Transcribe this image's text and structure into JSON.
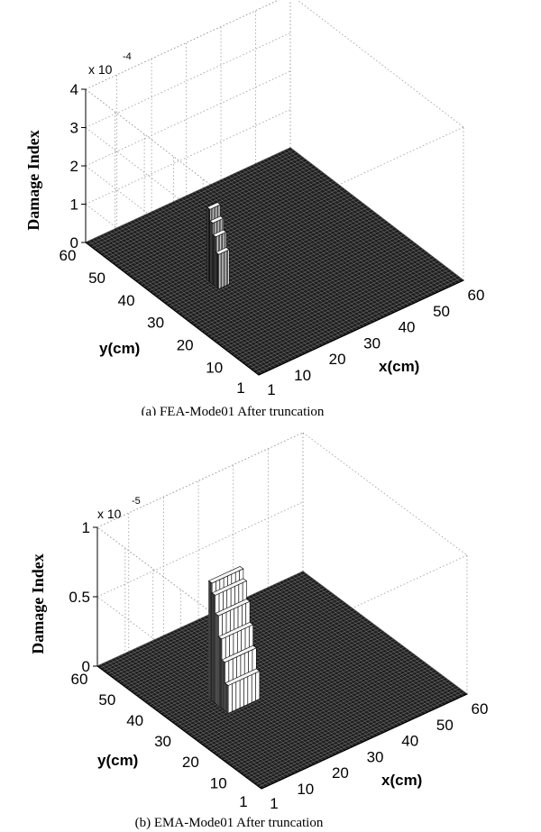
{
  "chart_data": [
    {
      "type": "surface3d",
      "caption": "(a) FEA-Mode01 After truncation",
      "zlabel": "Damage Index",
      "xlabel": "x(cm)",
      "ylabel": "y(cm)",
      "z_multiplier": "x 10",
      "z_exponent": "-4",
      "x_ticks": [
        "1",
        "10",
        "20",
        "30",
        "40",
        "50",
        "60"
      ],
      "y_ticks": [
        "1",
        "10",
        "20",
        "30",
        "40",
        "50",
        "60"
      ],
      "z_ticks": [
        "0",
        "1",
        "2",
        "3",
        "4"
      ],
      "xlim": [
        1,
        60
      ],
      "ylim": [
        1,
        60
      ],
      "zlim": [
        0,
        4
      ],
      "peak": {
        "x_range": [
          14,
          17
        ],
        "y_range": [
          30,
          34
        ],
        "max": 1.9,
        "profile": [
          0.9,
          1.3,
          1.6,
          1.9
        ]
      }
    },
    {
      "type": "surface3d",
      "caption": "(b) EMA-Mode01 After truncation",
      "zlabel": "Damage Index",
      "xlabel": "x(cm)",
      "ylabel": "y(cm)",
      "z_multiplier": "x 10",
      "z_exponent": "-5",
      "x_ticks": [
        "1",
        "10",
        "20",
        "30",
        "40",
        "50",
        "60"
      ],
      "y_ticks": [
        "1",
        "10",
        "20",
        "30",
        "40",
        "50",
        "60"
      ],
      "z_ticks": [
        "0",
        "0.5",
        "1"
      ],
      "xlim": [
        1,
        60
      ],
      "ylim": [
        1,
        60
      ],
      "zlim": [
        0,
        1
      ],
      "peak": {
        "x_range": [
          13,
          22
        ],
        "y_range": [
          28,
          35
        ],
        "max": 0.85,
        "profile": [
          0.2,
          0.35,
          0.5,
          0.65,
          0.78,
          0.85
        ]
      }
    }
  ]
}
